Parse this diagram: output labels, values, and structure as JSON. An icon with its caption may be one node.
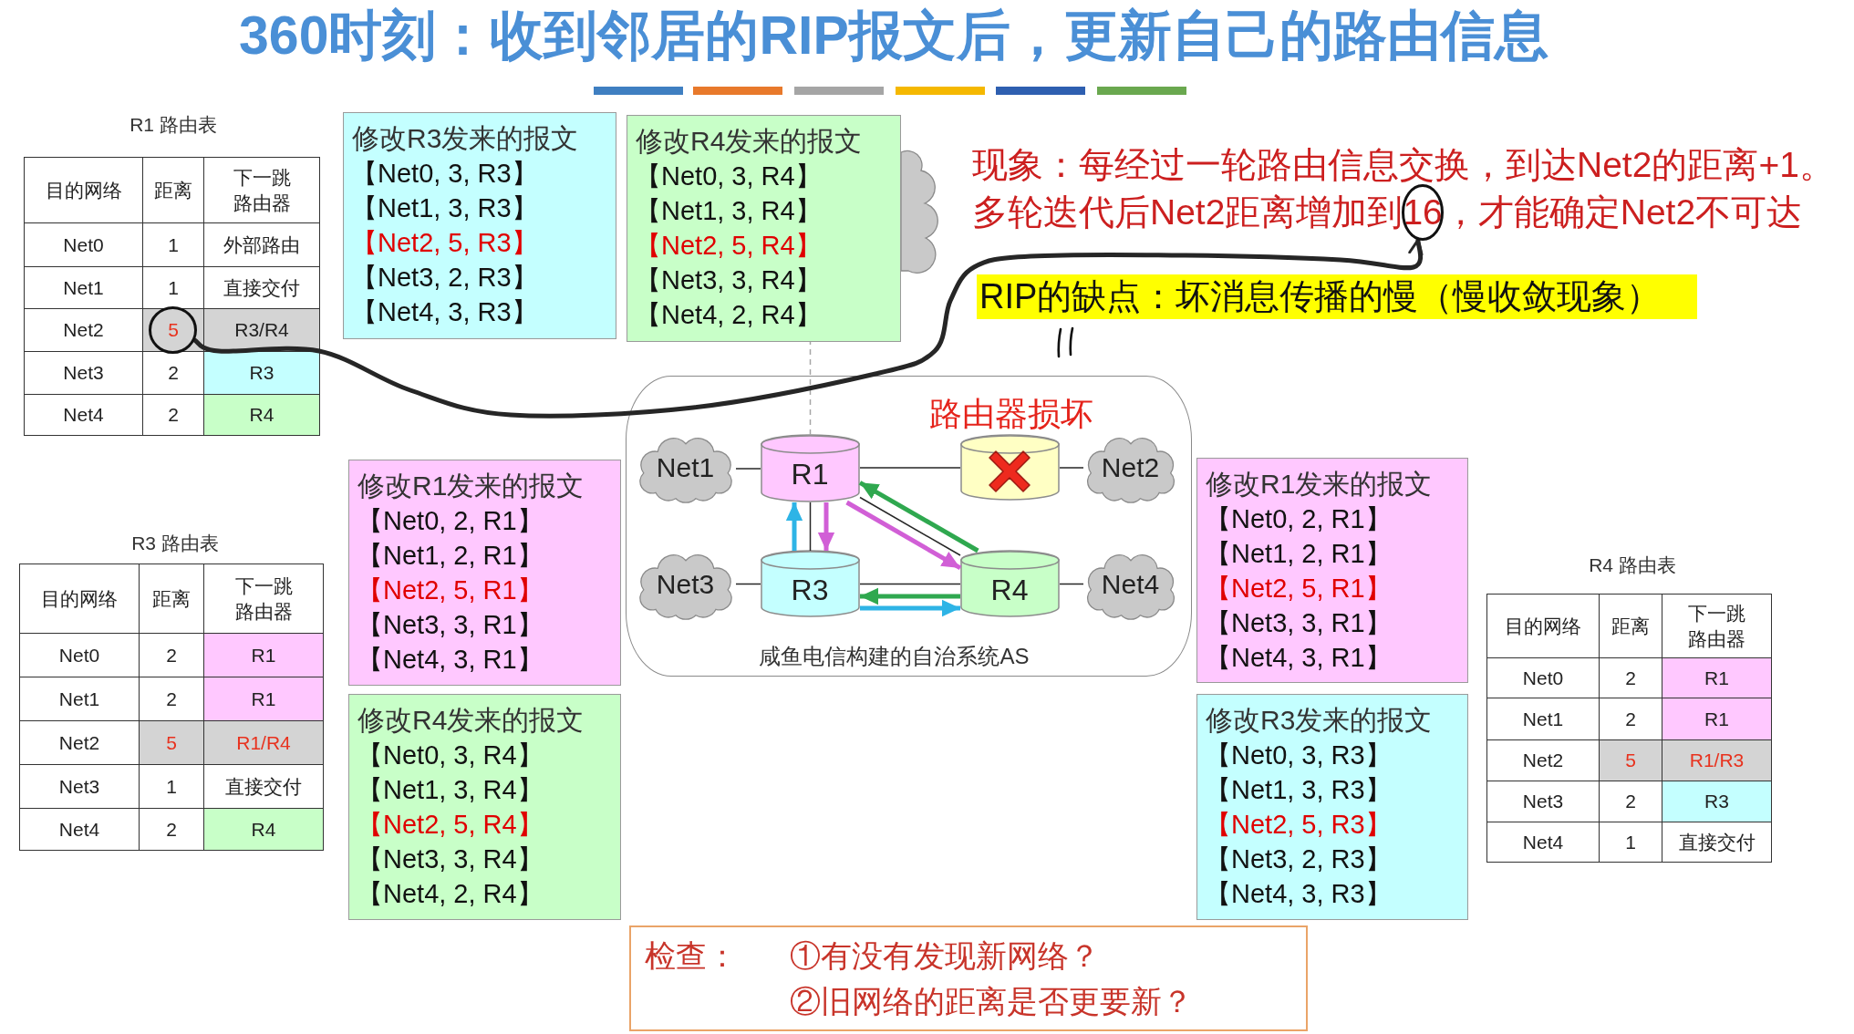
{
  "diagram": {
    "title": "360时刻：收到邻居的RIP报文后，更新自己的路由信息",
    "nodes": [
      {
        "text": [
          "修改R3发来的报文",
          "【Net0, 3, R3】",
          "【Net1, 3, R3】",
          "【Net2, 5, R3】",
          "【Net3, 2, R3】",
          "【Net4, 3, R3】"
        ]
      },
      {
        "text": [
          "修改R4发来的报文",
          "【Net0, 3, R4】",
          "【Net1, 3, R4】",
          "【Net2, 5, R4】",
          "【Net3, 3, R4】",
          "【Net4, 2, R4】"
        ]
      },
      {
        "text": [],
        "shape": "circle"
      },
      {
        "text": [
          "RIP的缺点：坏消息传播的慢（慢收敛现象）"
        ]
      },
      {
        "text": [],
        "shape": "circle"
      },
      {
        "text": [
          "咸鱼电信构建的自治系统AS"
        ]
      },
      {
        "text": [
          "Net1"
        ],
        "in": 5
      },
      {
        "text": [
          "R1"
        ],
        "in": 5
      },
      {
        "text": [],
        "shape": "cylinder",
        "in": 5,
        "beside": [
          "路由器损坏"
        ]
      },
      {
        "text": [
          "Net2"
        ],
        "in": 5
      },
      {
        "text": [
          "Net3"
        ],
        "in": 5
      },
      {
        "text": [
          "R3"
        ],
        "in": 5
      },
      {
        "text": [
          "R4"
        ],
        "in": 5
      },
      {
        "text": [
          "Net4"
        ],
        "in": 5
      },
      {
        "text": [
          "修改R1发来的报文",
          "【Net0, 2, R1】",
          "【Net1, 2, R1】",
          "【Net2, 5, R1】",
          "【Net3, 3, R1】",
          "【Net4, 3, R1】"
        ]
      },
      {
        "text": [
          "修改R1发来的报文",
          "【Net0, 2, R1】",
          "【Net1, 2, R1】",
          "【Net2, 5, R1】",
          "【Net3, 3, R1】",
          "【Net4, 3, R1】"
        ]
      },
      {
        "text": [
          "修改R4发来的报文",
          "【Net0, 3, R4】",
          "【Net1, 3, R4】",
          "【Net2, 5, R4】",
          "【Net3, 3, R4】",
          "【Net4, 2, R4】"
        ]
      },
      {
        "text": [
          "修改R3发来的报文",
          "【Net0, 3, R3】",
          "【Net1, 3, R3】",
          "【Net2, 5, R3】",
          "【Net3, 2, R3】",
          "【Net4, 3, R3】"
        ]
      },
      {
        "text": [
          "检查：",
          "①有没有发现新网络？",
          "②旧网络的距离是否更要新？"
        ]
      },
      {
        "text": [],
        "shape": "cloud"
      }
    ],
    "edges": [
      {
        "from": 6,
        "to": 7,
        "arrow": "none"
      },
      {
        "from": 7,
        "to": 8,
        "arrow": "none"
      },
      {
        "from": 8,
        "to": 9,
        "arrow": "none"
      },
      {
        "from": 10,
        "to": 11,
        "arrow": "none"
      },
      {
        "from": 11,
        "to": 12,
        "arrow": "none"
      },
      {
        "from": 12,
        "to": 13,
        "arrow": "none"
      },
      {
        "from": 7,
        "to": 11,
        "arrow": "none"
      },
      {
        "from": 7,
        "to": 12,
        "arrow": "none"
      },
      {
        "from": 7,
        "to": 1,
        "arrow": "none",
        "style": "dashed",
        "color": "#a6a6a6"
      },
      {
        "from": 4,
        "to": 2,
        "arrow": "to",
        "style": "thick"
      },
      {
        "from": 11,
        "to": 7,
        "arrow": "to",
        "style": "thick",
        "color": "#2eb4e6"
      },
      {
        "from": 7,
        "to": 11,
        "arrow": "to",
        "style": "thick",
        "color": "#d15fd6"
      },
      {
        "from": 12,
        "to": 7,
        "arrow": "to",
        "style": "thick",
        "color": "#2fa84f"
      },
      {
        "from": 7,
        "to": 12,
        "arrow": "to",
        "style": "thick",
        "color": "#d15fd6"
      },
      {
        "from": 12,
        "to": 11,
        "arrow": "to",
        "style": "thick",
        "color": "#2fa84f"
      },
      {
        "from": 11,
        "to": 12,
        "arrow": "to",
        "style": "thick",
        "color": "#2eb4e6"
      }
    ],
    "labels": [
      "R1 路由表",
      "目的网络",
      "距离",
      "下一跳路由器",
      "Net0",
      "1",
      "外部路由",
      "Net1",
      "1",
      "直接交付",
      "Net2",
      "5",
      "R3/R4",
      "Net3",
      "2",
      "R3",
      "Net4",
      "2",
      "R4",
      "现象：每经过一轮路由信息交换，到达Net2的距离+1。",
      "多轮迭代后Net2距离增加到16，才能确定Net2不可达",
      "R3 路由表",
      "目的网络",
      "距离",
      "下一跳路由器",
      "Net0",
      "2",
      "R1",
      "Net1",
      "2",
      "R1",
      "Net2",
      "5",
      "R1/R4",
      "Net3",
      "1",
      "直接交付",
      "Net4",
      "2",
      "R4",
      "R4 路由表",
      "目的网络",
      "距离",
      "下一跳路由器",
      "Net0",
      "2",
      "R1",
      "Net1",
      "2",
      "R1",
      "Net2",
      "5",
      "R1/R3",
      "Net3",
      "2",
      "R3",
      "Net4",
      "1",
      "直接交付"
    ]
  }
}
